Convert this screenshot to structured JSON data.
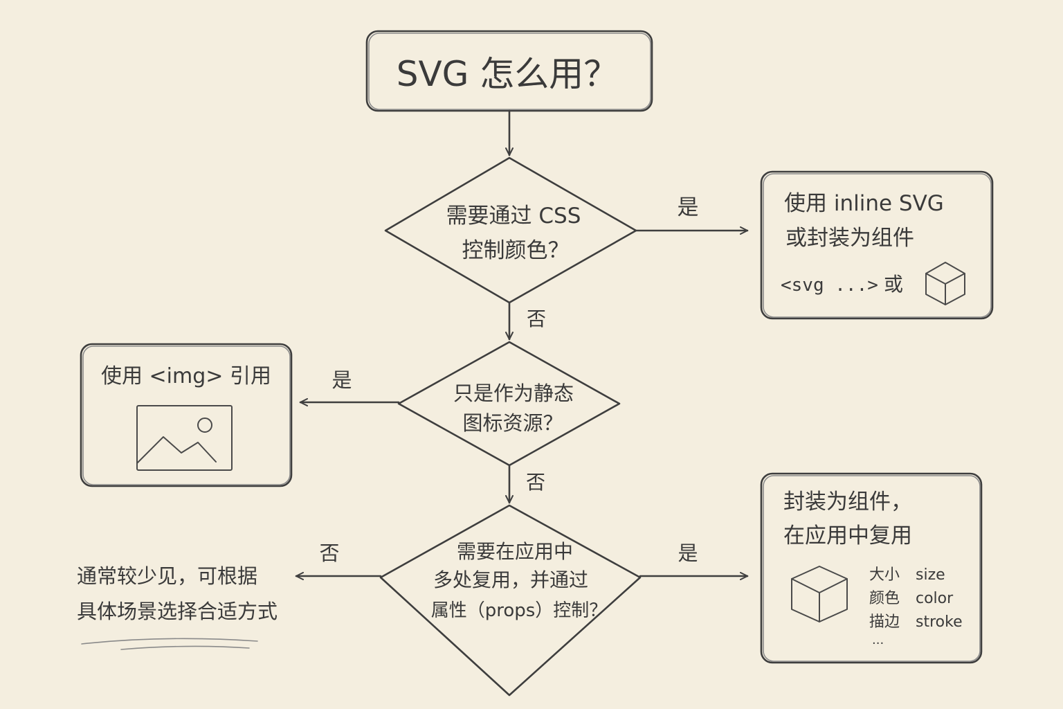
{
  "title": "SVG 怎么用？",
  "decisions": [
    {
      "line1": "需要通过 CSS",
      "line2": "控制颜色？"
    },
    {
      "line1": "只是作为静态",
      "line2": "图标资源？"
    },
    {
      "line1": "需要在应用中",
      "line2": "多处复用，并通过",
      "line3": "属性（props）控制？"
    }
  ],
  "edge_labels": {
    "yes": "是",
    "no": "否"
  },
  "results": {
    "inline": {
      "line1": "使用 inline SVG",
      "line2": "或封装为组件",
      "code": "<svg ...>",
      "or": "或"
    },
    "img": {
      "label": "使用 <img> 引用"
    },
    "component": {
      "line1": "封装为组件，",
      "line2": "在应用中复用",
      "props": [
        {
          "cn": "大小",
          "en": "size"
        },
        {
          "cn": "颜色",
          "en": "color"
        },
        {
          "cn": "描边",
          "en": "stroke"
        }
      ],
      "more": "···"
    },
    "rare": {
      "line1": "通常较少见，可根据",
      "line2": "具体场景选择合适方式"
    }
  },
  "colors": {
    "background": "#f4eedf",
    "ink": "#3e3e3e"
  },
  "icons": [
    "cube-icon",
    "image-placeholder-icon"
  ]
}
